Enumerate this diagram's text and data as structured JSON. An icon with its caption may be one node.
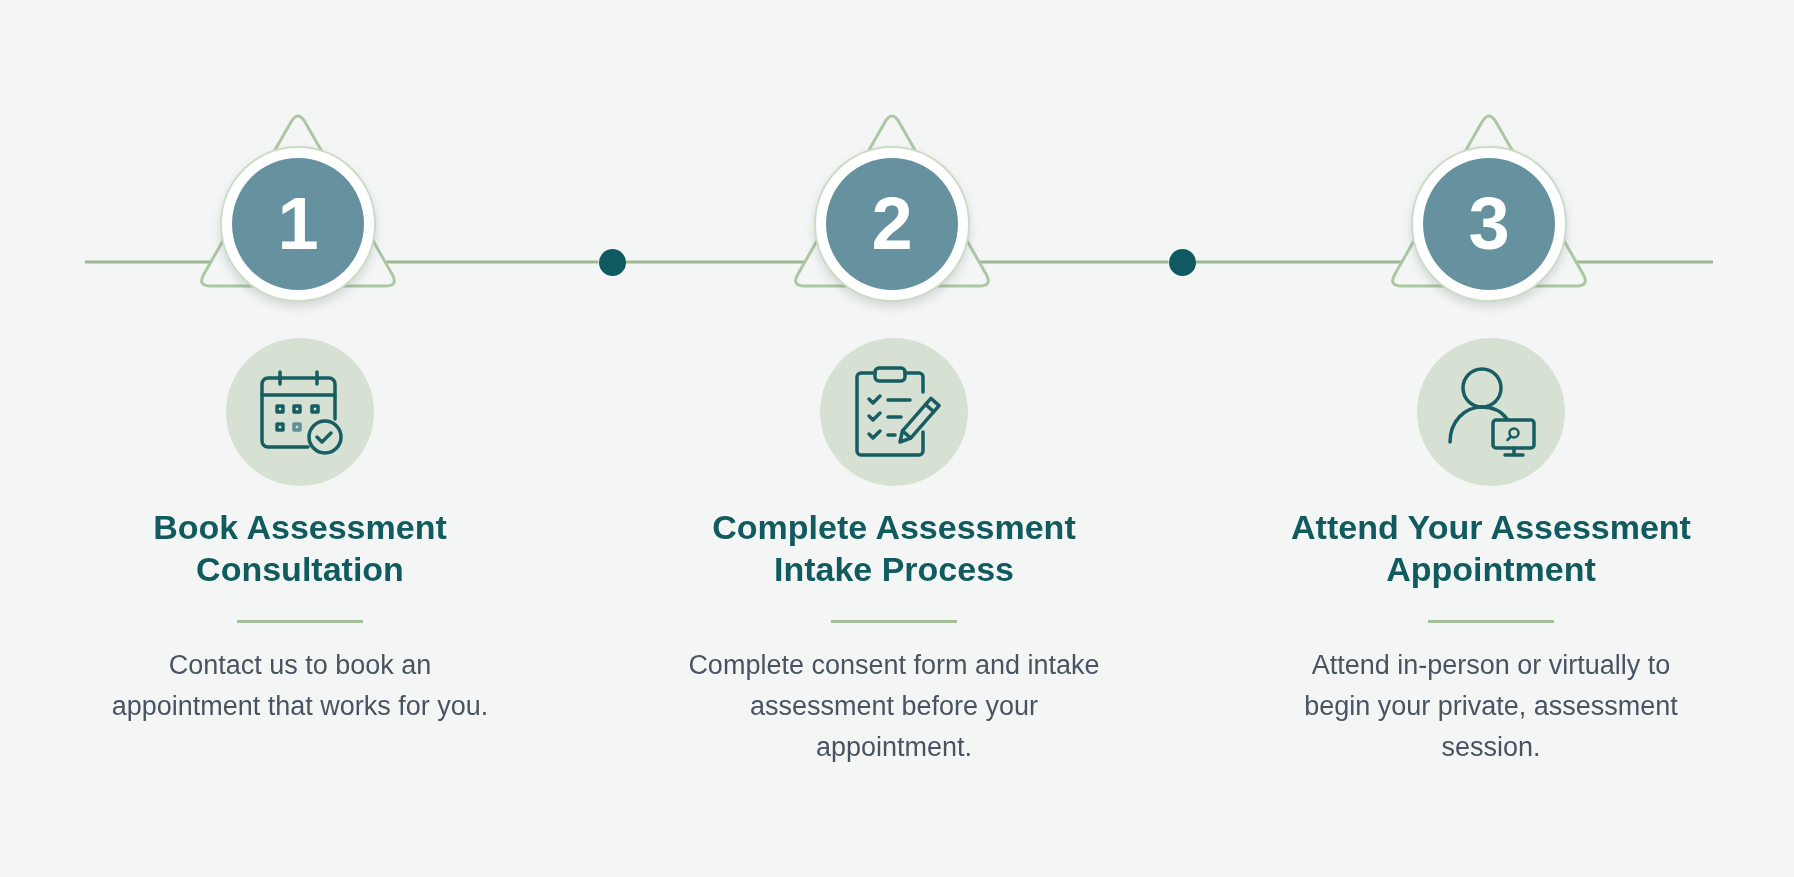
{
  "diagram": {
    "nodes": [
      {
        "text": [
          "1"
        ],
        "beside": [
          "Book Assessment Consultation",
          "Contact us to book an appointment that works for you."
        ]
      },
      {
        "text": [],
        "shape": "circle"
      },
      {
        "text": [
          "2"
        ],
        "beside": [
          "Complete Assessment Intake Process",
          "Complete consent form and intake assessment before your appointment."
        ]
      },
      {
        "text": [],
        "shape": "circle"
      },
      {
        "text": [
          "3"
        ],
        "beside": [
          "Attend Your Assessment Appointment",
          "Attend in-person or virtually to begin your private, assessment session."
        ]
      }
    ],
    "edges": [
      {
        "from": null,
        "to": 0,
        "arrow": "none"
      },
      {
        "from": 0,
        "to": 1,
        "arrow": "none"
      },
      {
        "from": 1,
        "to": 2,
        "arrow": "none"
      },
      {
        "from": 2,
        "to": 3,
        "arrow": "none"
      },
      {
        "from": 3,
        "to": 4,
        "arrow": "none"
      },
      {
        "from": 4,
        "to": null,
        "arrow": "none"
      }
    ]
  }
}
